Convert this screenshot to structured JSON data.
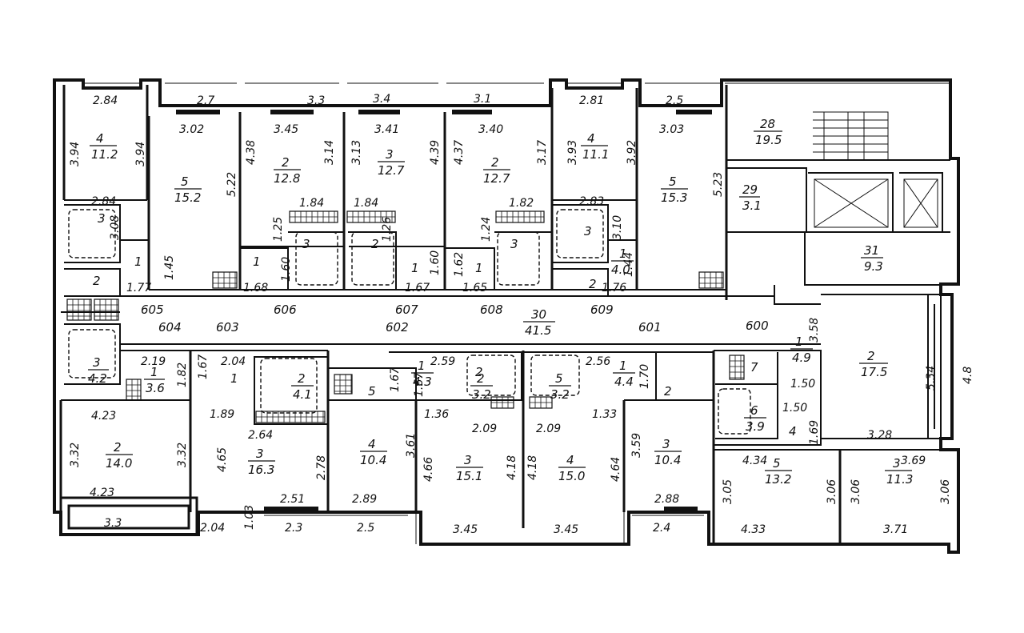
{
  "rooms": [
    {
      "id": "r1",
      "num": "4",
      "area": "11.2"
    },
    {
      "id": "r2",
      "num": "5",
      "area": "15.2"
    },
    {
      "id": "r3",
      "num": "2",
      "area": "12.8"
    },
    {
      "id": "r4",
      "num": "3",
      "area": "12.7"
    },
    {
      "id": "r5",
      "num": "2",
      "area": "12.7"
    },
    {
      "id": "r6",
      "num": "4",
      "area": "11.1"
    },
    {
      "id": "r7",
      "num": "5",
      "area": "15.3"
    },
    {
      "id": "r8",
      "num": "28",
      "area": "19.5"
    },
    {
      "id": "r9",
      "num": "29",
      "area": "3.1"
    },
    {
      "id": "r10",
      "num": "31",
      "area": "9.3"
    },
    {
      "id": "r11",
      "num": "30",
      "area": "41.5"
    },
    {
      "id": "r12",
      "num": "1",
      "area": "4.9"
    },
    {
      "id": "r13",
      "num": "2",
      "area": "17.5"
    },
    {
      "id": "r14",
      "num": "3",
      "area": "4.2"
    },
    {
      "id": "r15",
      "num": "1",
      "area": "3.6"
    },
    {
      "id": "r16",
      "num": "2",
      "area": "14.0"
    },
    {
      "id": "r17",
      "num": "3",
      "area": "16.3"
    },
    {
      "id": "r18",
      "num": "2",
      "area": "4.1"
    },
    {
      "id": "r19",
      "num": "1",
      "area": "4.3"
    },
    {
      "id": "r20",
      "num": "2",
      "area": "3.2"
    },
    {
      "id": "r21",
      "num": "5",
      "area": "3.2"
    },
    {
      "id": "r22",
      "num": "1",
      "area": "4.4"
    },
    {
      "id": "r23",
      "num": "6",
      "area": "3.9"
    },
    {
      "id": "r24",
      "num": "4",
      "area": "10.4"
    },
    {
      "id": "r25",
      "num": "3",
      "area": "15.1"
    },
    {
      "id": "r26",
      "num": "4",
      "area": "15.0"
    },
    {
      "id": "r27",
      "num": "3",
      "area": "10.4"
    },
    {
      "id": "r28",
      "num": "5",
      "area": "13.2"
    },
    {
      "id": "r29",
      "num": "3",
      "area": "11.3"
    },
    {
      "id": "r30",
      "num": "1",
      "area": "4.0"
    }
  ],
  "apartments": [
    "605",
    "606",
    "607",
    "608",
    "609",
    "604",
    "603",
    "602",
    "601",
    "600"
  ],
  "dims": {
    "d1": "2.84",
    "d2": "2.7",
    "d3": "3.3",
    "d4": "3.4",
    "d5": "3.1",
    "d6": "2.81",
    "d7": "2.5",
    "d8": "3.02",
    "d9": "3.45",
    "d10": "3.41",
    "d11": "3.40",
    "d12": "3.03",
    "d13": "3.94",
    "d14": "3.94",
    "d15": "4.38",
    "d16": "3.14",
    "d17": "3.13",
    "d18": "4.39",
    "d19": "4.37",
    "d20": "3.17",
    "d21": "3.93",
    "d22": "3.92",
    "d23": "5.22",
    "d24": "5.23",
    "d25": "2.84",
    "d26": "1.84",
    "d27": "1.84",
    "d28": "1.82",
    "d29": "2.83",
    "d30": "3.08",
    "d31": "1.25",
    "d32": "1.26",
    "d33": "1.24",
    "d34": "3.10",
    "d35": "1.45",
    "d36": "1.60",
    "d37": "1.60",
    "d38": "1.62",
    "d39": "1.44",
    "d40": "1.77",
    "d41": "1.68",
    "d42": "1.67",
    "d43": "1.65",
    "d44": "1.76",
    "d45": "3.58",
    "d46": "2.19",
    "d47": "2.04",
    "d48": "2.59",
    "d49": "2.56",
    "d50": "1.67",
    "d51": "1.67",
    "d52": "1.67",
    "d53": "1.70",
    "d54": "1.82",
    "d55": "1.50",
    "d56": "1.50",
    "d57": "5.34",
    "d58": "4.8",
    "d59": "4.23",
    "d60": "1.89",
    "d61": "1.36",
    "d62": "2.09",
    "d63": "2.09",
    "d64": "1.33",
    "d65": "1.69",
    "d66": "2.64",
    "d67": "3.28",
    "d68": "3.32",
    "d69": "3.32",
    "d70": "4.65",
    "d71": "2.78",
    "d72": "3.61",
    "d73": "4.66",
    "d74": "4.18",
    "d75": "4.18",
    "d76": "4.64",
    "d77": "3.59",
    "d78": "4.34",
    "d79": "3.69",
    "d80": "3.05",
    "d81": "3.06",
    "d82": "3.06",
    "d83": "3.06",
    "d84": "4.23",
    "d85": "2.51",
    "d86": "2.89",
    "d87": "2.88",
    "d88": "1.03",
    "d89": "3.3",
    "d90": "2.04",
    "d91": "2.3",
    "d92": "2.5",
    "d93": "3.45",
    "d94": "3.45",
    "d95": "2.4",
    "d96": "4.33",
    "d97": "3.71"
  },
  "labels": {
    "t1": "3",
    "t2": "2",
    "t3": "1",
    "t4": "1",
    "t5": "3",
    "t6": "2",
    "t7": "1",
    "t8": "1",
    "t9": "3",
    "t10": "3",
    "t11": "2",
    "t12": "7",
    "t13": "5",
    "t14": "2",
    "t15": "4",
    "t16": "1",
    "t17": "2"
  }
}
